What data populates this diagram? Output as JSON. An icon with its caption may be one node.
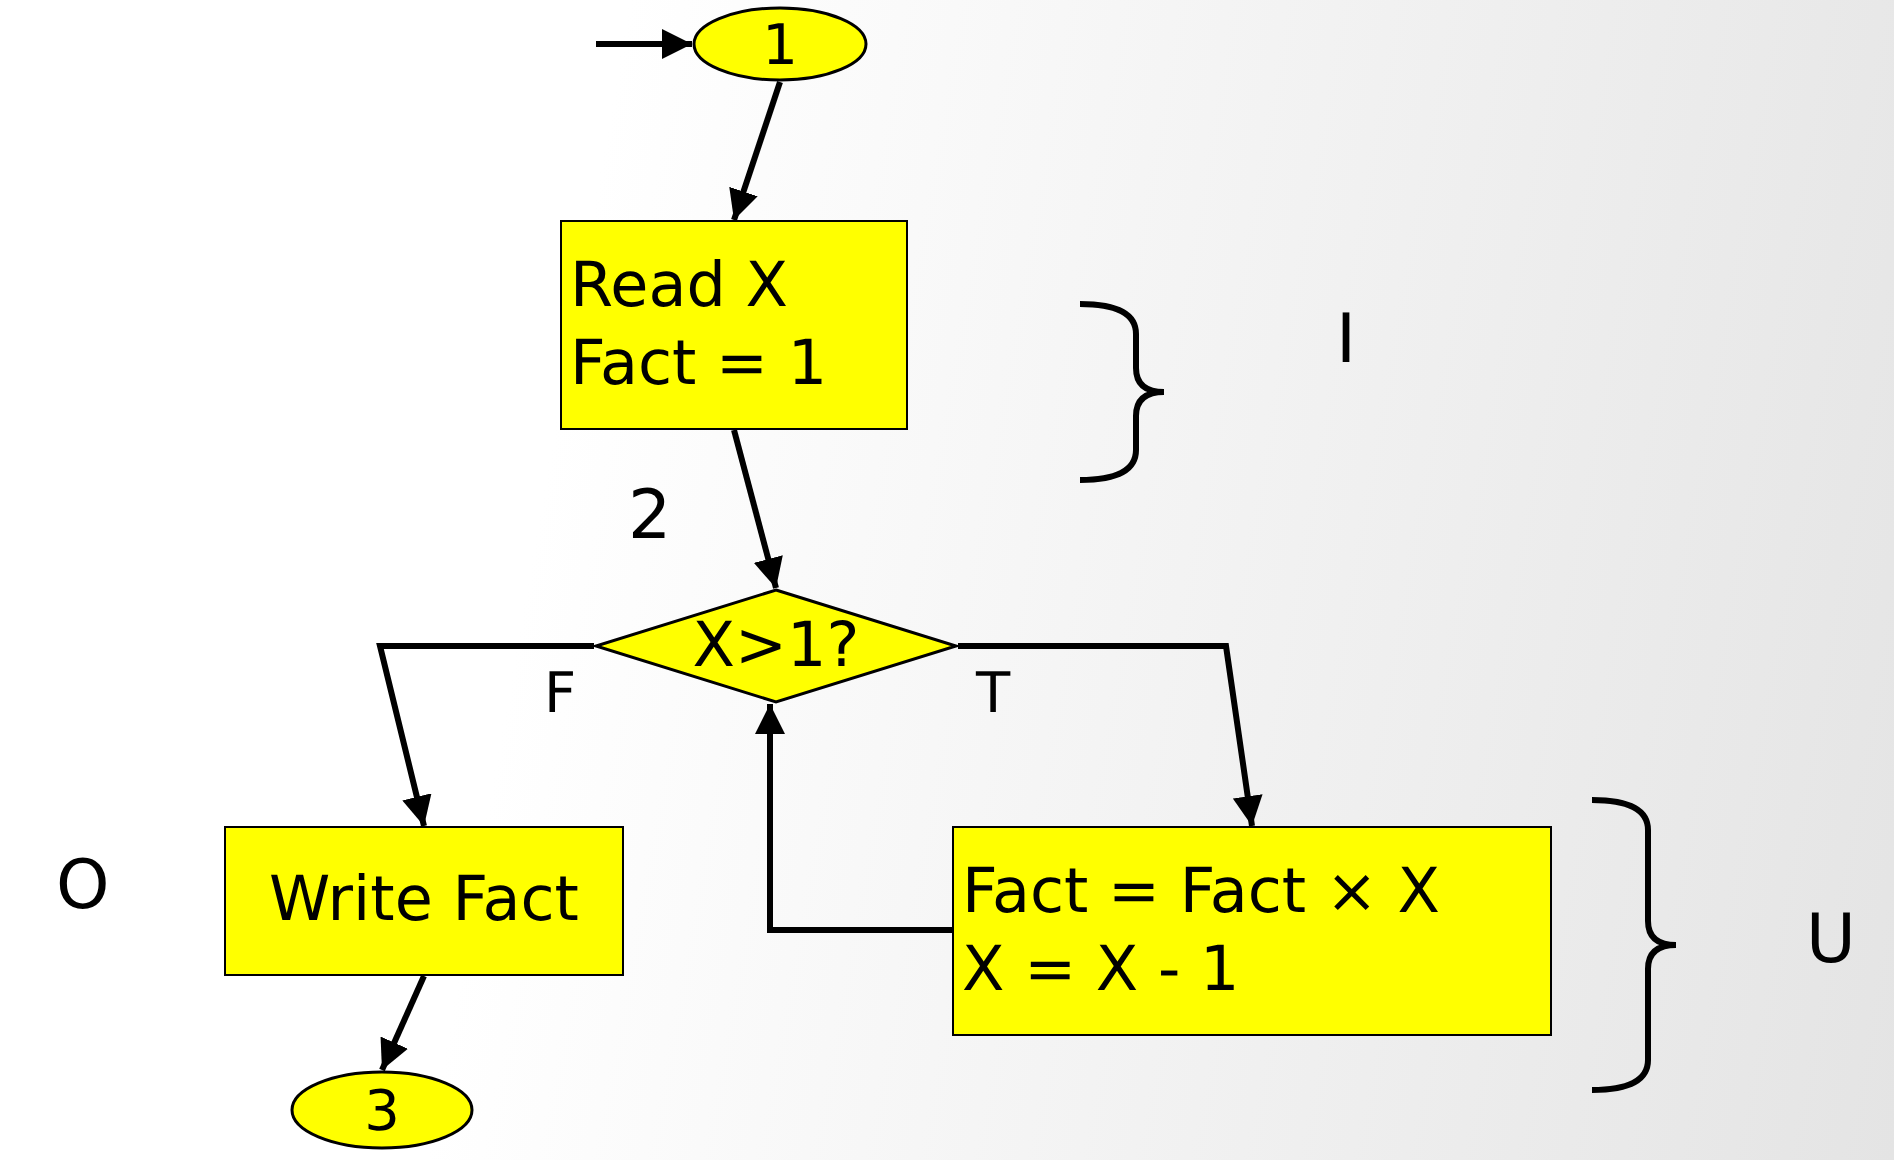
{
  "diagram": {
    "nodes": [
      {
        "text": [
          "1"
        ]
      },
      {
        "text": [
          "Read X",
          "Fact = 1"
        ]
      },
      {
        "text": [
          "X>1?"
        ],
        "beside": [
          "2"
        ]
      },
      {
        "text": [
          "Write Fact"
        ]
      },
      {
        "text": [
          "Fact = Fact × X",
          "X = X - 1"
        ]
      },
      {
        "text": [
          "3"
        ]
      }
    ],
    "edges": [
      {
        "from": null,
        "to": 0,
        "arrow": "to"
      },
      {
        "from": 0,
        "to": 1,
        "arrow": "to"
      },
      {
        "from": 1,
        "to": 2,
        "arrow": "to"
      },
      {
        "from": 2,
        "to": 3,
        "arrow": "to",
        "label": "F"
      },
      {
        "from": 2,
        "to": 4,
        "arrow": "to",
        "label": "T"
      },
      {
        "from": 4,
        "to": 2,
        "arrow": "to"
      },
      {
        "from": 3,
        "to": 5,
        "arrow": "to"
      }
    ],
    "labels": [
      "I",
      "O",
      "U"
    ]
  }
}
